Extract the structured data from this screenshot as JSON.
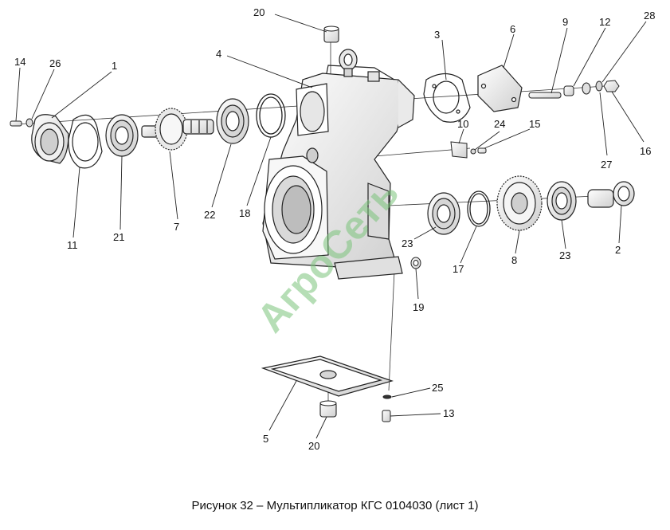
{
  "caption": "Рисунок 32 – Мультипликатор КГС 0104030 (лист 1)",
  "watermark": "АгроСеть",
  "colors": {
    "ink": "#222222",
    "watermark": "#7bc47b",
    "part_fill": "#f2f2f2",
    "shade": "#cfcfcf"
  },
  "callouts": [
    {
      "id": "c20a",
      "label": "20"
    },
    {
      "id": "c4",
      "label": "4"
    },
    {
      "id": "c3",
      "label": "3"
    },
    {
      "id": "c6",
      "label": "6"
    },
    {
      "id": "c9",
      "label": "9"
    },
    {
      "id": "c12",
      "label": "12"
    },
    {
      "id": "c28",
      "label": "28"
    },
    {
      "id": "c14",
      "label": "14"
    },
    {
      "id": "c26",
      "label": "26"
    },
    {
      "id": "c1",
      "label": "1"
    },
    {
      "id": "c10",
      "label": "10"
    },
    {
      "id": "c24",
      "label": "24"
    },
    {
      "id": "c15",
      "label": "15"
    },
    {
      "id": "c27",
      "label": "27"
    },
    {
      "id": "c16",
      "label": "16"
    },
    {
      "id": "c11",
      "label": "11"
    },
    {
      "id": "c21",
      "label": "21"
    },
    {
      "id": "c7",
      "label": "7"
    },
    {
      "id": "c22",
      "label": "22"
    },
    {
      "id": "c18",
      "label": "18"
    },
    {
      "id": "c23a",
      "label": "23"
    },
    {
      "id": "c17",
      "label": "17"
    },
    {
      "id": "c8",
      "label": "8"
    },
    {
      "id": "c23b",
      "label": "23"
    },
    {
      "id": "c2",
      "label": "2"
    },
    {
      "id": "c19",
      "label": "19"
    },
    {
      "id": "c25",
      "label": "25"
    },
    {
      "id": "c13",
      "label": "13"
    },
    {
      "id": "c5",
      "label": "5"
    },
    {
      "id": "c20b",
      "label": "20"
    }
  ]
}
